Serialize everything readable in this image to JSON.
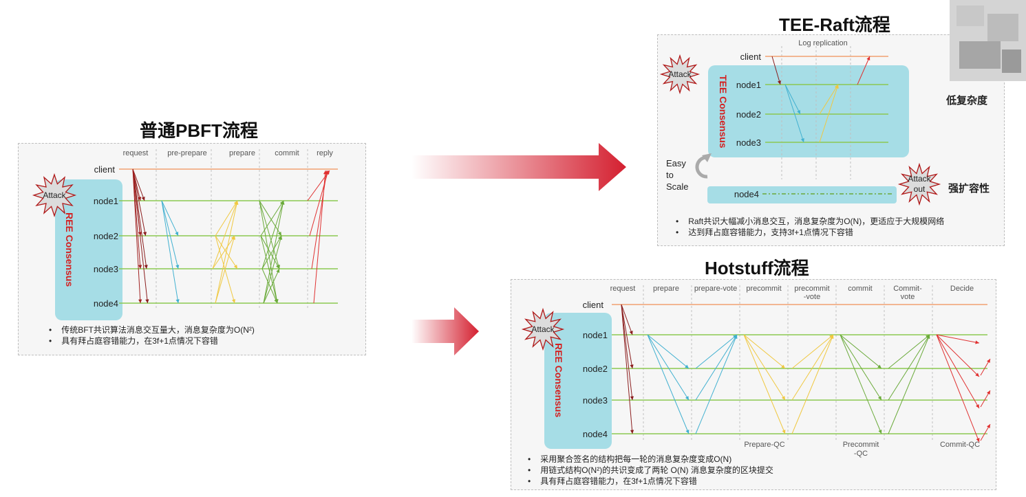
{
  "pbft": {
    "title": "普通PBFT流程",
    "phases": [
      "request",
      "pre-prepare",
      "prepare",
      "commit",
      "reply"
    ],
    "client": "client",
    "nodes": [
      "node1",
      "node2",
      "node3",
      "node4"
    ],
    "consensus": "REE Consensus",
    "attack": "Attack",
    "bullets": [
      "传统BFT共识算法消息交互量大，消息复杂度为O(N²)",
      "具有拜占庭容错能力，在3f+1点情况下容错"
    ]
  },
  "raft": {
    "title": "TEE-Raft流程",
    "log_label": "Log replication",
    "client": "client",
    "nodes": [
      "node1",
      "node2",
      "node3"
    ],
    "node4": "node4",
    "consensus": "TEE Consensus",
    "attack": "Attack",
    "attack_out": [
      "Attack",
      "out"
    ],
    "easy_scale": [
      "Easy",
      "to",
      "Scale"
    ],
    "bullets": [
      "Raft共识大幅减小消息交互，消息复杂度为O(N)，更适应于大规模网络",
      "达到拜占庭容错能力，支持3f+1点情况下容错"
    ],
    "low_complexity": "低复杂度",
    "scalability": "强扩容性"
  },
  "hotstuff": {
    "title": "Hotstuff流程",
    "phases": [
      [
        "request"
      ],
      [
        "prepare"
      ],
      [
        "prepare-vote"
      ],
      [
        "precommit"
      ],
      [
        "precommit",
        "-vote"
      ],
      [
        "commit"
      ],
      [
        "Commit-",
        "vote"
      ],
      [
        "Decide"
      ]
    ],
    "client": "client",
    "nodes": [
      "node1",
      "node2",
      "node3",
      "node4"
    ],
    "consensus": "REE Consensus",
    "attack": "Attack",
    "qc": [
      [
        "Prepare-QC"
      ],
      [
        "Precommit",
        "-QC"
      ],
      [
        "Commit-QC"
      ]
    ],
    "bullets": [
      "采用聚合签名的结构把每一轮的消息复杂度变成O(N)",
      "用链式结构O(N²)的共识变成了两轮 O(N) 消息复杂度的区块提交",
      "具有拜占庭容错能力，在3f+1点情况下容错"
    ]
  },
  "colors": {
    "client_line": "#f0a070",
    "node_line": "#8cc850",
    "box": "#a6dde6",
    "red_text": "#d42020",
    "dark_red": "#8a1c1c",
    "cyan": "#40b0d0",
    "yellow": "#f0c840",
    "green": "#6aaa3a",
    "red": "#e03030"
  }
}
